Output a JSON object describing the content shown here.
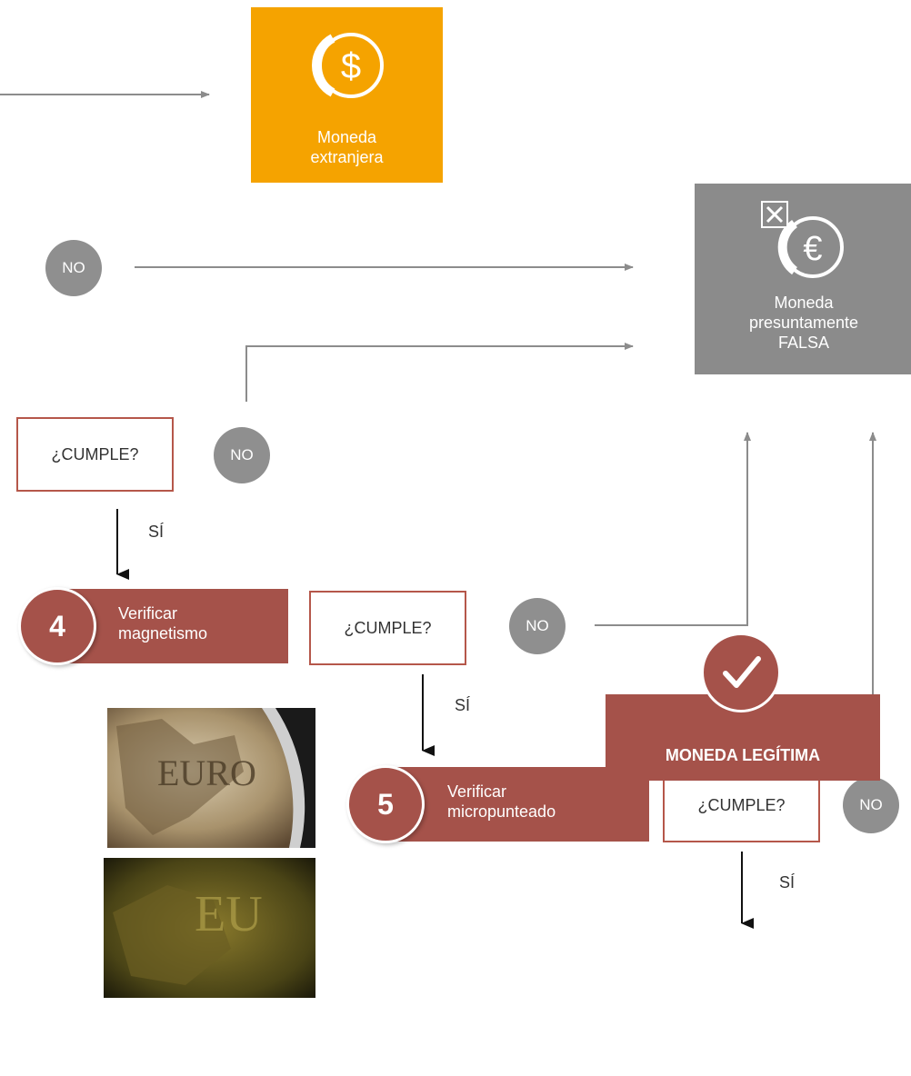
{
  "colors": {
    "orange": "#f5a300",
    "grey_box": "#8b8b8b",
    "no_circle": "#8f8f8f",
    "step": "#a5524a",
    "border": "#b5574a",
    "arrow_grey": "#8c8c8c",
    "arrow_black": "#111111"
  },
  "foreign_coin": {
    "label": "Moneda\nextranjera",
    "icon": "dollar-coin-icon"
  },
  "fake_coin": {
    "label": "Moneda\npresuntamente\nFALSA",
    "icon": "crossed-euro-coin-icon"
  },
  "no_labels": [
    "NO",
    "NO",
    "NO",
    "NO"
  ],
  "cumple_labels": [
    "¿CUMPLE?",
    "¿CUMPLE?",
    "¿CUMPLE?"
  ],
  "si_labels": [
    "SÍ",
    "SÍ",
    "SÍ"
  ],
  "steps": [
    {
      "number": "4",
      "label": "Verificar\nmagnetismo"
    },
    {
      "number": "5",
      "label": "Verificar\nmicropunteado"
    }
  ],
  "result": {
    "label": "MONEDA LEGÍTIMA",
    "icon": "checkmark-icon"
  },
  "photos": [
    "euro-coin-map-closeup",
    "euro-coin-micro-dots-closeup"
  ]
}
